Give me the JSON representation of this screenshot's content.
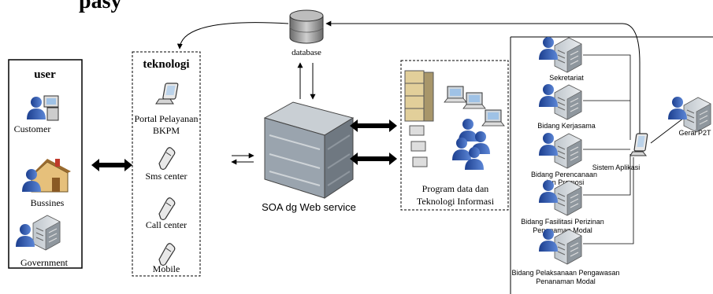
{
  "title_fragment": "pasy",
  "database": {
    "label": "database"
  },
  "user": {
    "heading": "user",
    "items": [
      "Customer",
      "Bussines",
      "Government"
    ]
  },
  "teknologi": {
    "heading": "teknologi",
    "portal": [
      "Portal Pelayanan",
      "BKPM"
    ],
    "items": [
      "Sms center",
      "Call center",
      "Mobile"
    ]
  },
  "soa": {
    "label": "SOA dg Web service"
  },
  "program": {
    "label": [
      "Program data dan",
      "Teknologi Informasi"
    ]
  },
  "units": {
    "sekretariat": "Sekretariat",
    "kerjasama": "Bidang Kerjasama",
    "perencanaan": [
      "Bidang Perencanaan",
      "dan Promosi"
    ],
    "fasilitasi": [
      "Bidang Fasilitasi Perizinan",
      "Penanaman Modal"
    ],
    "pengawasan": [
      "Bidang Pelaksanaan Pengawasan",
      "Penanaman Modal"
    ]
  },
  "sistem_aplikasi": "Sistem Aplikasi",
  "gerai": "Gerai P2T",
  "colors": {
    "user_blue": "#2f56a8",
    "house_red": "#c0392b",
    "server_grey": "#9aa4ae"
  }
}
